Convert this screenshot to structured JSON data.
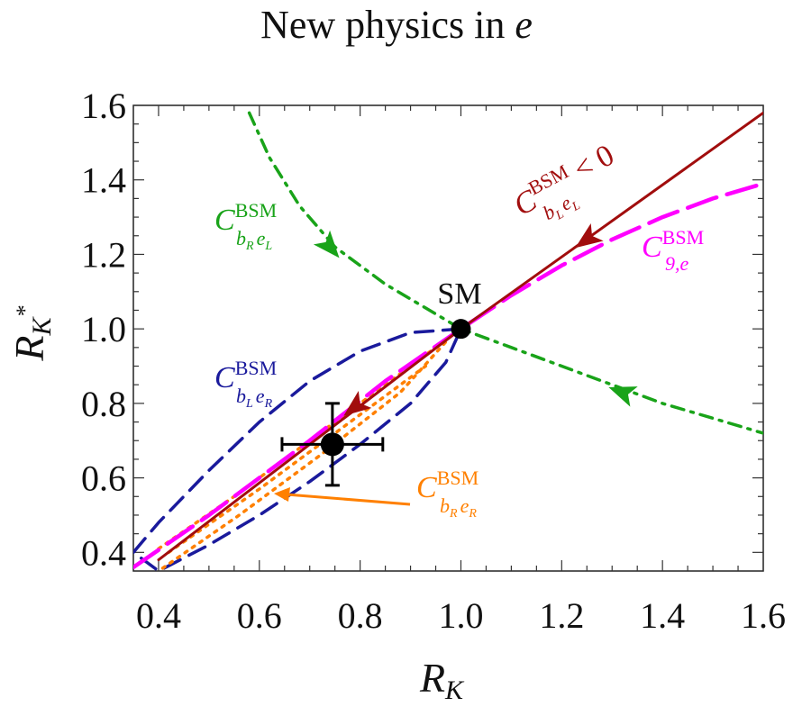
{
  "chart_data": {
    "type": "line",
    "title": "New physics in e",
    "xlabel": "R_K",
    "ylabel": "R_K*",
    "xlim": [
      0.35,
      1.6
    ],
    "ylim": [
      0.35,
      1.6
    ],
    "xticks": [
      "0.4",
      "0.6",
      "0.8",
      "1.0",
      "1.2",
      "1.4",
      "1.6"
    ],
    "yticks": [
      "0.4",
      "0.6",
      "0.8",
      "1.0",
      "1.2",
      "1.4",
      "1.6"
    ],
    "grid": false,
    "colors": {
      "bLeL": "#a10d0d",
      "c9e": "#ff00ff",
      "bReL": "#19a319",
      "bLeR": "#1a1a9c",
      "bReR": "#ff8000",
      "marker": "#000000"
    },
    "series": [
      {
        "key": "bLeL",
        "label": "C^BSM_{b_L e_L} < 0",
        "style": "solid",
        "x": [
          0.4,
          1.0,
          1.6
        ],
        "y": [
          0.38,
          1.0,
          1.58
        ],
        "arrows": [
          {
            "x": 1.25,
            "y": 1.24
          },
          {
            "x": 0.79,
            "y": 0.79
          }
        ]
      },
      {
        "key": "c9e",
        "label": "C^BSM_{9,e}",
        "style": "long-dash",
        "x": [
          0.35,
          0.5,
          0.7,
          0.85,
          1.0,
          1.1,
          1.2,
          1.3,
          1.4,
          1.5,
          1.6
        ],
        "y": [
          0.36,
          0.5,
          0.7,
          0.86,
          1.0,
          1.09,
          1.17,
          1.24,
          1.3,
          1.35,
          1.39
        ]
      },
      {
        "key": "bReL",
        "label": "C^BSM_{b_R e_L}",
        "style": "dash-dot",
        "x": [
          0.58,
          0.62,
          0.68,
          0.75,
          0.85,
          0.95,
          1.0,
          1.1,
          1.2,
          1.3,
          1.4,
          1.5,
          1.6
        ],
        "y": [
          1.58,
          1.46,
          1.33,
          1.22,
          1.12,
          1.04,
          1.0,
          0.95,
          0.9,
          0.85,
          0.8,
          0.76,
          0.72
        ],
        "arrows": [
          {
            "x": 0.74,
            "y": 1.22
          },
          {
            "x": 1.32,
            "y": 0.83
          }
        ]
      },
      {
        "key": "bLeR",
        "label": "C^BSM_{b_L e_R}",
        "style": "dashed-closed",
        "x": [
          1.0,
          0.9,
          0.8,
          0.7,
          0.6,
          0.5,
          0.4,
          0.35,
          0.4,
          0.5,
          0.6,
          0.7,
          0.8,
          0.9,
          0.97,
          1.0
        ],
        "y": [
          1.0,
          0.99,
          0.94,
          0.86,
          0.75,
          0.62,
          0.48,
          0.4,
          0.35,
          0.42,
          0.5,
          0.59,
          0.69,
          0.8,
          0.91,
          1.0
        ]
      },
      {
        "key": "bReR",
        "label": "C^BSM_{b_R e_R}",
        "style": "dotted-closed",
        "x": [
          0.4,
          0.55,
          0.7,
          0.85,
          0.98,
          0.88,
          0.72,
          0.56,
          0.4
        ],
        "y": [
          0.41,
          0.55,
          0.7,
          0.85,
          0.98,
          0.83,
          0.66,
          0.5,
          0.35
        ]
      }
    ],
    "points": [
      {
        "label": "SM",
        "x": 1.0,
        "y": 1.0
      },
      {
        "label": "",
        "x": 0.745,
        "y": 0.69,
        "xerr": 0.1,
        "yerr": 0.11
      }
    ]
  },
  "text": {
    "title_main": "New physics in ",
    "title_var": "e",
    "xlabel_main": "R",
    "xlabel_sub": "K",
    "ylabel_main": "R",
    "ylabel_sub": "K",
    "ylabel_sup": "*",
    "sm_label": "SM",
    "c_letter": "C",
    "bsm": "BSM",
    "lt_zero": "< 0",
    "sub_bL": "b",
    "sub_L": "L",
    "sub_e": "e",
    "sub_bR": "b",
    "sub_R": "R",
    "sub_9e": "9,e"
  }
}
